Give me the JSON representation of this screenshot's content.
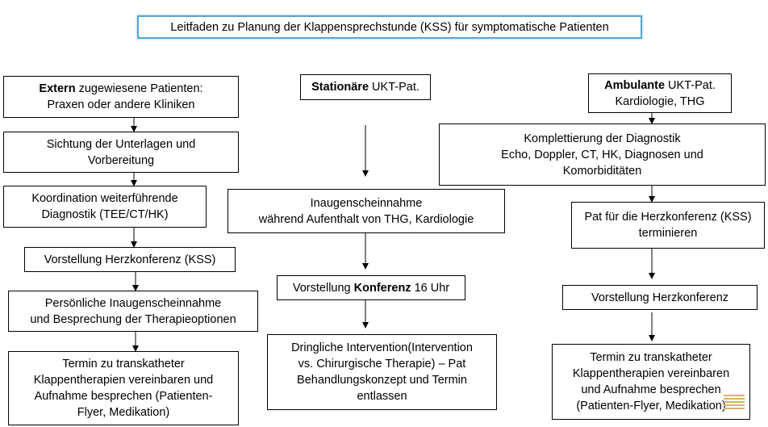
{
  "title": "Leitfaden zu Planung der Klappensprechstunde (KSS) für symptomatische Patienten",
  "left": {
    "header": {
      "bold": "Extern",
      "rest": " zugewiesene Patienten:",
      "line2": "Praxen oder andere Kliniken"
    },
    "step1": {
      "l1": "Sichtung der Unterlagen und",
      "l2": "Vorbereitung"
    },
    "step2": {
      "l1": "Koordination weiterführende",
      "l2": "Diagnostik (TEE/CT/HK)"
    },
    "step3": {
      "l1": "Vorstellung Herzkonferenz (KSS)"
    },
    "step4": {
      "l1": "Persönliche Inaugenscheinnahme",
      "l2": "und Besprechung der Therapieoptionen"
    },
    "step5": {
      "l1": "Termin zu transkatheter",
      "l2": "Klappentherapien vereinbaren und",
      "l3": "Aufnahme besprechen (Patienten-",
      "l4": "Flyer, Medikation)"
    }
  },
  "middle": {
    "header": {
      "bold": "Stationäre",
      "rest": " UKT-Pat."
    },
    "step1": {
      "l1": "Inaugenscheinnahme",
      "l2": "während Aufenthalt von THG, Kardiologie"
    },
    "step2": {
      "pre": "Vorstellung ",
      "bold": "Konferenz",
      "post": " 16 Uhr"
    },
    "step3": {
      "l1": "Dringliche Intervention(Intervention",
      "l2": "vs. Chirurgische Therapie) – Pat",
      "l3": "Behandlungskonzept und Termin",
      "l4": "entlassen"
    }
  },
  "right": {
    "header": {
      "bold": "Ambulante",
      "rest": " UKT-Pat.",
      "line2": "Kardiologie, THG"
    },
    "step1": {
      "l1": "Komplettierung der Diagnostik",
      "l2": "Echo, Doppler, CT, HK, Diagnosen und",
      "l3": "Komorbiditäten"
    },
    "step2": {
      "l1": "Pat für die Herzkonferenz (KSS)",
      "l2": "terminieren"
    },
    "step3": {
      "l1": "Vorstellung Herzkonferenz"
    },
    "step4": {
      "l1": "Termin zu transkatheter",
      "l2": "Klappentherapien vereinbaren",
      "l3": "und Aufnahme besprechen",
      "l4": "(Patienten-Flyer, Medikation)"
    }
  },
  "colors": {
    "title_border": "#5aa6cf",
    "box_border": "#000000",
    "arrow": "#000000",
    "decoration": "#d6b46a"
  }
}
